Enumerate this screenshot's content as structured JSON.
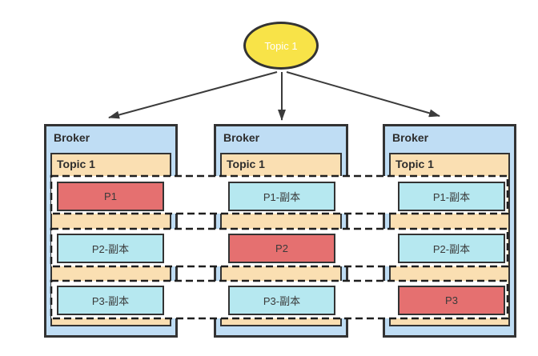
{
  "topic_ellipse": {
    "label": "Topic 1"
  },
  "brokers": [
    {
      "label": "Broker",
      "topic": {
        "label": "Topic 1"
      },
      "partitions": [
        {
          "label": "P1",
          "role": "leader"
        },
        {
          "label": "P2-副本",
          "role": "replica"
        },
        {
          "label": "P3-副本",
          "role": "replica"
        }
      ]
    },
    {
      "label": "Broker",
      "topic": {
        "label": "Topic 1"
      },
      "partitions": [
        {
          "label": "P1-副本",
          "role": "replica"
        },
        {
          "label": "P2",
          "role": "leader"
        },
        {
          "label": "P3-副本",
          "role": "replica"
        }
      ]
    },
    {
      "label": "Broker",
      "topic": {
        "label": "Topic 1"
      },
      "partitions": [
        {
          "label": "P1-副本",
          "role": "replica"
        },
        {
          "label": "P2-副本",
          "role": "replica"
        },
        {
          "label": "P3",
          "role": "leader"
        }
      ]
    }
  ],
  "colors": {
    "ellipse_fill": "#f8e348",
    "broker_fill": "#bfddf4",
    "topic_fill": "#fadfb2",
    "leader": "#e57070",
    "replica": "#b6e8f0",
    "border": "#333333",
    "arrow": "#3b3b3b",
    "dash": "#1e1e1e",
    "band_fill": "#ffffff"
  }
}
